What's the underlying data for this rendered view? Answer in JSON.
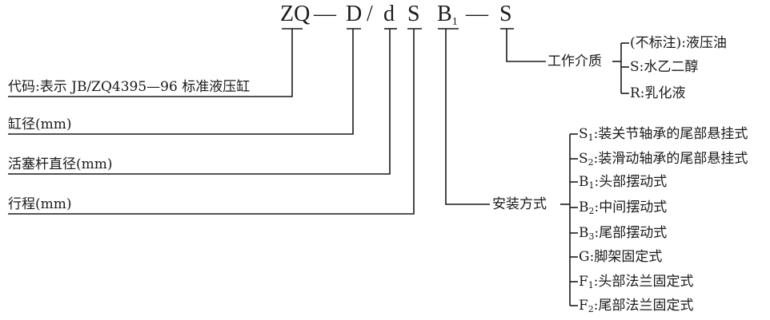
{
  "model_code": {
    "prefix": "ZQ",
    "dash1": "—",
    "d_big": "D",
    "slash": "/",
    "d_small": "d",
    "stroke": "S",
    "mount": "B",
    "mount_sub": "1",
    "dash2": "—",
    "medium": "S"
  },
  "left_labels": {
    "code": "代码:表示 JB/ZQ4395—96 标准液压缸",
    "bore": "缸径(mm)",
    "rod": "活塞杆直径(mm)",
    "stroke": "行程(mm)"
  },
  "medium": {
    "title": "工作介质",
    "options": [
      {
        "text": "(不标注):液压油"
      },
      {
        "text": "S:水乙二醇"
      },
      {
        "text": "R:乳化液"
      }
    ]
  },
  "mounting": {
    "title": "安装方式",
    "options": [
      {
        "code": "S",
        "sub": "1",
        "text": ":装关节轴承的尾部悬挂式"
      },
      {
        "code": "S",
        "sub": "2",
        "text": ":装滑动轴承的尾部悬挂式"
      },
      {
        "code": "B",
        "sub": "1",
        "text": ":头部摆动式"
      },
      {
        "code": "B",
        "sub": "2",
        "text": ":中间摆动式"
      },
      {
        "code": "B",
        "sub": "3",
        "text": ":尾部摆动式"
      },
      {
        "code": "G",
        "sub": "",
        "text": ":脚架固定式"
      },
      {
        "code": "F",
        "sub": "1",
        "text": ":头部法兰固定式"
      },
      {
        "code": "F",
        "sub": "2",
        "text": ":尾部法兰固定式"
      }
    ]
  }
}
